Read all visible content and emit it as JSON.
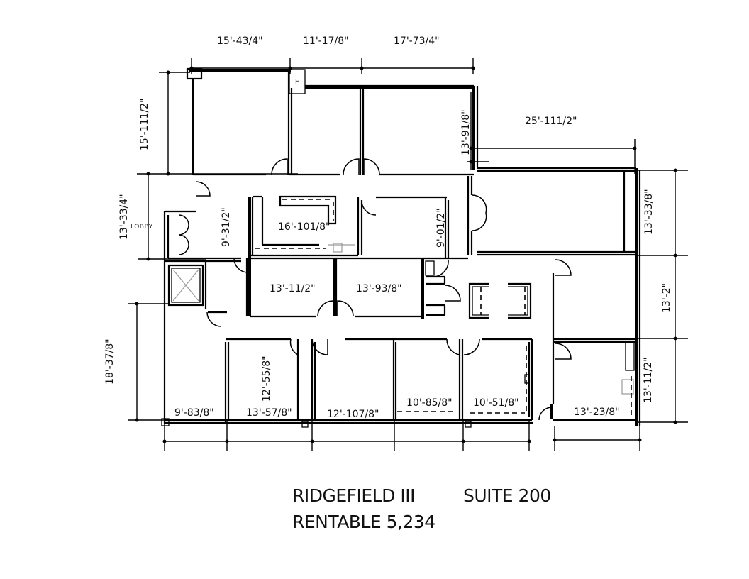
{
  "title_block": {
    "building": "RIDGEFIELD III",
    "suite": "SUITE 200",
    "rentable": "RENTABLE 5,234"
  },
  "dimensions": {
    "top": [
      "15'-43/4\"",
      "11'-17/8\"",
      "17'-73/4\""
    ],
    "left_upper": "15'-111/2\"",
    "left_lobby": "13'-33/4\"",
    "left_lower": "18'-37/8\"",
    "right_upper_wing_width": "25'-111/2\"",
    "right_13_9": "13'-91/8\"",
    "right_13_3": "13'-33/8\"",
    "right_13_2": "13'-2\"",
    "right_13_1": "13'-11/2\""
  },
  "rooms": {
    "lobby": "LOBBY",
    "lobby_depth": "9'-31/2\"",
    "reception": "16'-101/8\"",
    "office_9": "9'-01/2\"",
    "office_13_1": "13'-11/2\"",
    "office_13_9": "13'-93/8\"",
    "bottom_9_8": "9'-83/8\"",
    "bottom_13_5": "13'-57/8\"",
    "bottom_12_5": "12'-55/8\"",
    "bottom_12_10": "12'-107/8\"",
    "bottom_10_8": "10'-85/8\"",
    "bottom_10_5": "10'-51/8\"",
    "bottom_13_2": "13'-23/8\""
  }
}
